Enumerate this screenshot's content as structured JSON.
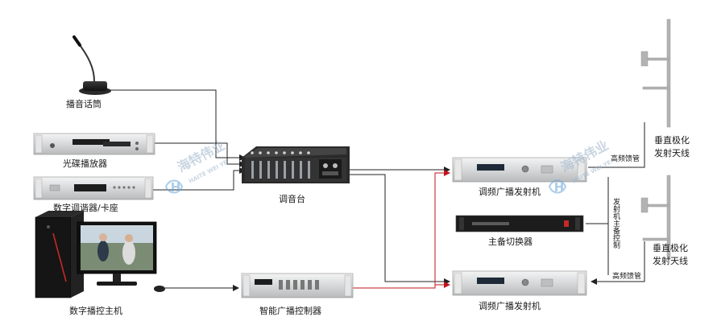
{
  "labels": {
    "microphone": "播音话筒",
    "cd_player": "光碟播放器",
    "tuner": "数字调谐器/卡座",
    "mixer": "调音台",
    "pc": "数字播控主机",
    "controller": "智能广播控制器",
    "fm_tx_top": "调频广播发射机",
    "fm_tx_bottom": "调频广播发射机",
    "switcher": "主备切换器",
    "antenna_top_line1": "垂直极化",
    "antenna_top_line2": "发射天线",
    "antenna_bottom_line1": "垂直极化",
    "antenna_bottom_line2": "发射天线",
    "feeder_top": "高频馈管",
    "feeder_bottom": "高频馈管",
    "switch_control": "发射机主备控制"
  },
  "watermark": {
    "brand": "海特伟业",
    "brand_en": "HAITE WEI YE"
  }
}
